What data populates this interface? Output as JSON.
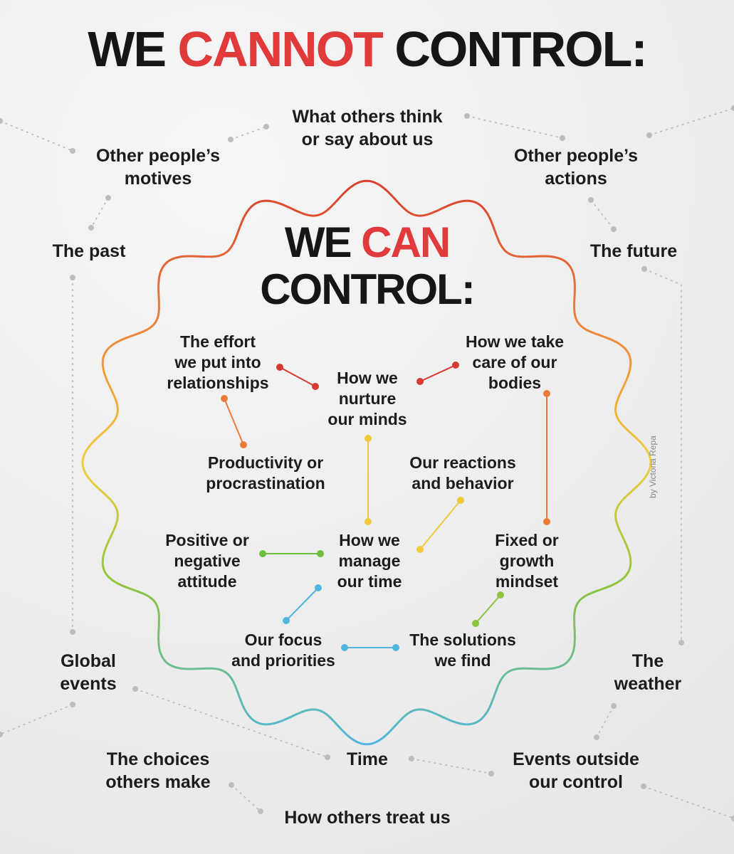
{
  "title": {
    "pre": "WE ",
    "highlight": "CANNOT",
    "post": " CONTROL:"
  },
  "inner_title": {
    "pre": "WE ",
    "highlight": "CAN",
    "line2": "CONTROL:"
  },
  "cannot_control": [
    {
      "line1": "What others think",
      "line2": "or say about us"
    },
    {
      "line1": "Other people’s",
      "line2": "motives"
    },
    {
      "line1": "Other people’s",
      "line2": "actions"
    },
    {
      "line1": "The past",
      "line2": ""
    },
    {
      "line1": "The future",
      "line2": ""
    },
    {
      "line1": "Global",
      "line2": "events"
    },
    {
      "line1": "The",
      "line2": "weather"
    },
    {
      "line1": "The choices",
      "line2": "others make"
    },
    {
      "line1": "Time",
      "line2": ""
    },
    {
      "line1": "Events outside",
      "line2": "our control"
    },
    {
      "line1": "How others treat us",
      "line2": ""
    }
  ],
  "can_control": [
    {
      "lines": [
        "The effort",
        "we put into",
        "relationships"
      ]
    },
    {
      "lines": [
        "How we",
        "nurture",
        "our minds"
      ]
    },
    {
      "lines": [
        "How we take",
        "care of our",
        "bodies"
      ]
    },
    {
      "lines": [
        "Productivity or",
        "procrastination"
      ]
    },
    {
      "lines": [
        "Our reactions",
        "and behavior"
      ]
    },
    {
      "lines": [
        "Positive or",
        "negative",
        "attitude"
      ]
    },
    {
      "lines": [
        "How we",
        "manage",
        "our time"
      ]
    },
    {
      "lines": [
        "Fixed or",
        "growth",
        "mindset"
      ]
    },
    {
      "lines": [
        "Our focus",
        "and priorities"
      ]
    },
    {
      "lines": [
        "The solutions",
        "we find"
      ]
    }
  ],
  "credit": "by Victoria Repa",
  "colors": {
    "accent": "#e03a3a",
    "text": "#1a1a1a",
    "wave_top": "#d9402e",
    "wave_orange": "#ee8a3a",
    "wave_yellow": "#f2cf3c",
    "wave_green": "#8cc43f",
    "wave_blue": "#4fb6df"
  }
}
